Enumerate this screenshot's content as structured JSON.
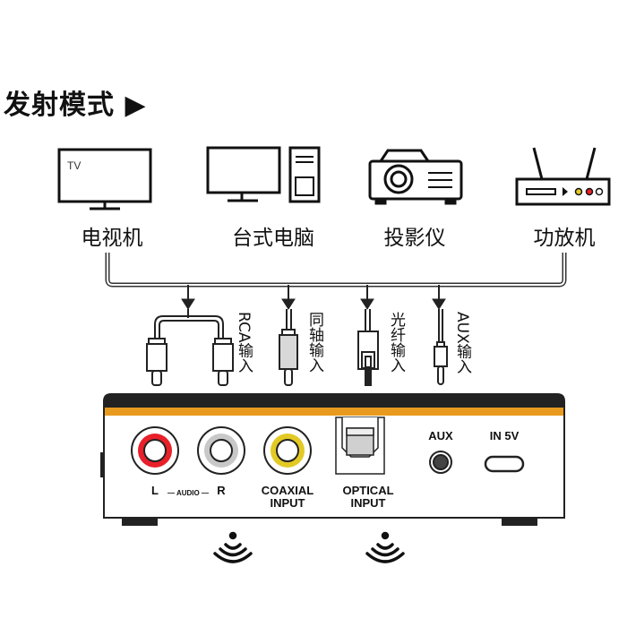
{
  "title": "发射模式 ▶",
  "devices": [
    {
      "label": "电视机",
      "screen_text": "TV"
    },
    {
      "label": "台式电脑"
    },
    {
      "label": "投影仪"
    },
    {
      "label": "功放机"
    }
  ],
  "cables": [
    {
      "label": "RCA输入"
    },
    {
      "label": "同轴输入"
    },
    {
      "label": "光纤输入"
    },
    {
      "label": "AUX输入"
    }
  ],
  "ports": {
    "l": "L",
    "audio": "— AUDIO —",
    "r": "R",
    "coaxial": "COAXIAL",
    "coaxial_sub": "INPUT",
    "optical": "OPTICAL",
    "optical_sub": "INPUT",
    "aux": "AUX",
    "power": "IN 5V"
  },
  "colors": {
    "accent": "#E89A1E",
    "rca_left": "#E8202A",
    "rca_right": "#C8C8C8",
    "coax": "#E3C924"
  }
}
